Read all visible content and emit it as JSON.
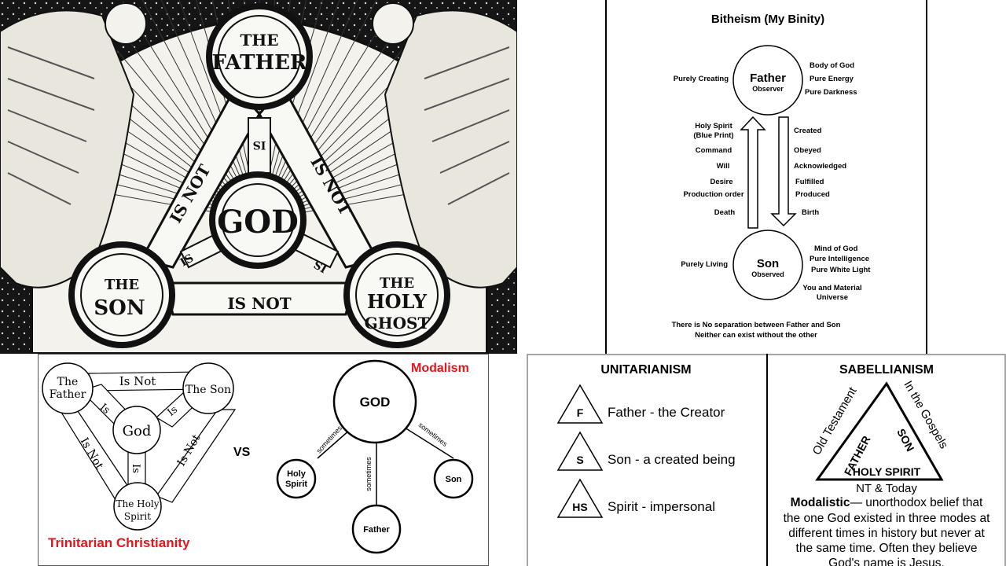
{
  "shield": {
    "father": [
      "THE",
      "FATHER"
    ],
    "son": [
      "THE",
      "SON"
    ],
    "ghost": [
      "THE",
      "HOLY",
      "GHOST"
    ],
    "god": "GOD",
    "is_not": "IS NOT",
    "is": "IS"
  },
  "binity": {
    "title": "Bitheism (My Binity)",
    "father": {
      "name": "Father",
      "sub": "Observer"
    },
    "son": {
      "name": "Son",
      "sub": "Observed"
    },
    "father_left": "Purely Creating",
    "father_right": [
      "Body of God",
      "Pure Energy",
      "Pure Darkness"
    ],
    "left_column": [
      "Holy Spirit",
      "(Blue Print)",
      "Command",
      "Will",
      "Desire",
      "Production order",
      "Death"
    ],
    "right_column": [
      "Created",
      "Obeyed",
      "Acknowledged",
      "Fulfilled",
      "Produced",
      "Birth"
    ],
    "son_left": "Purely Living",
    "son_right": [
      "Mind of God",
      "Pure Intelligence",
      "Pure White Light"
    ],
    "son_below": [
      "You and Material",
      "Universe"
    ],
    "footer": [
      "There is No separation between Father and Son",
      "Neither can exist without the other"
    ]
  },
  "trinity": {
    "father": [
      "The",
      "Father"
    ],
    "son": "The Son",
    "god": "God",
    "spirit": [
      "The Holy",
      "Spirit"
    ],
    "is_not": "Is Not",
    "is": "Is",
    "caption": "Trinitarian Christianity",
    "vs": "VS",
    "caption_color": "#e8141b"
  },
  "modalism": {
    "title": "Modalism",
    "god": "GOD",
    "holy_spirit": [
      "Holy",
      "Spirit"
    ],
    "son": "Son",
    "father": "Father",
    "sometimes": "sometimes",
    "title_color": "#e8141b"
  },
  "unitarianism": {
    "title": "UNITARIANISM",
    "rows": [
      {
        "letter": "F",
        "text": "Father - the Creator"
      },
      {
        "letter": "S",
        "text": "Son - a created being"
      },
      {
        "letter": "HS",
        "text": "Spirit - impersonal"
      }
    ]
  },
  "sabellianism": {
    "title": "SABELLIANISM",
    "left": "Old Testament",
    "right": "In the Gospels",
    "inner_father": "FATHER",
    "inner_son": "SON",
    "inner_spirit": "HOLY SPIRIT",
    "bottom": "NT & Today",
    "modalistic": "Modalistic",
    "lines": [
      "— unorthodox belief that",
      "the one God existed in three modes at",
      "different times in history but never at",
      "the same time. Often they believe",
      "God's name is Jesus."
    ]
  }
}
